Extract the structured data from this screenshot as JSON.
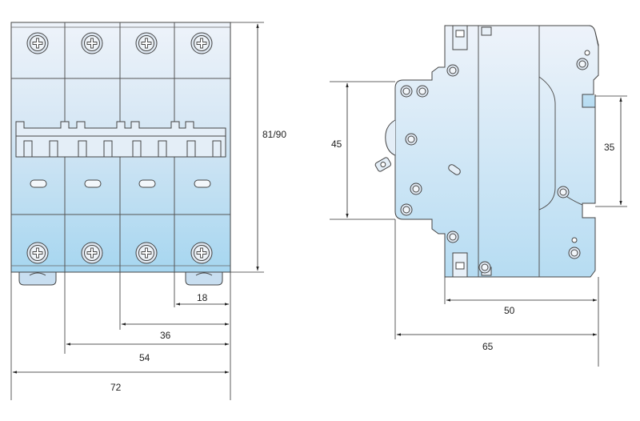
{
  "front_view": {
    "poles": 4,
    "dimensions": {
      "height": "81/90",
      "width_1_pole": "18",
      "width_2_pole": "36",
      "width_3_pole": "54",
      "width_4_pole": "72"
    }
  },
  "side_view": {
    "dimensions": {
      "front_height": "45",
      "rail_height": "35",
      "body_depth": "50",
      "total_depth": "65"
    }
  },
  "colors": {
    "body_top": "#e6eef8",
    "body_bottom": "#a8d8f0",
    "outline": "#444444",
    "dimension_line": "#222222"
  }
}
